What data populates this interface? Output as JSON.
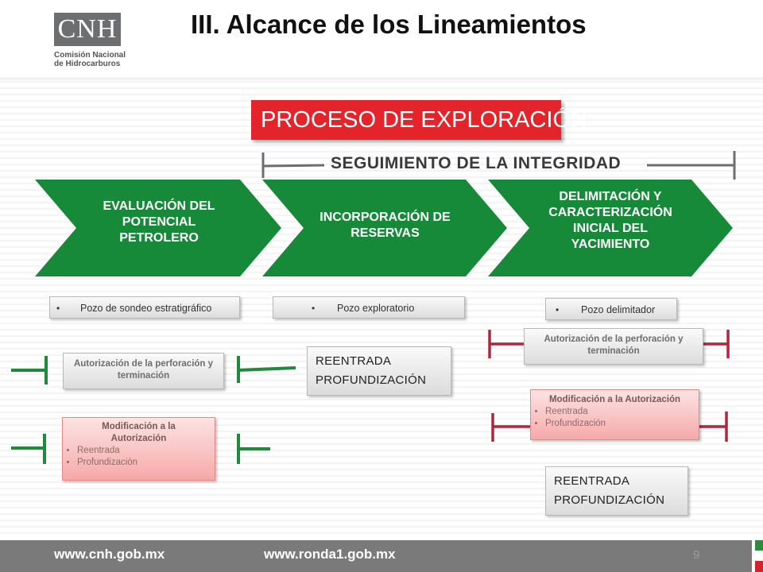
{
  "header": {
    "logo_text": "CNH",
    "logo_sub_1": "Comisión Nacional",
    "logo_sub_2": "de Hidrocarburos",
    "title": "III. Alcance de los Lineamientos"
  },
  "process_label": "PROCESO DE EXPLORACIÓN",
  "tracking_label": "SEGUIMIENTO DE LA INTEGRIDAD",
  "stages": [
    {
      "label": "EVALUACIÓN DEL POTENCIAL PETROLERO",
      "color": "#178a3a"
    },
    {
      "label": "INCORPORACIÓN DE RESERVAS",
      "color": "#178a3a"
    },
    {
      "label": "DELIMITACIÓN Y CARACTERIZACIÓN INICIAL DEL YACIMIENTO",
      "color": "#178a3a"
    }
  ],
  "wells": {
    "sondeo": "Pozo de sondeo estratigráfico",
    "exploratorio": "Pozo exploratorio",
    "delimitador": "Pozo delimitador"
  },
  "authorization": "Autorización de la perforación y terminación",
  "modification": {
    "title_left": "Modificación a la Autorización",
    "title_right": "Modificación a la Autorización",
    "items": [
      "Reentrada",
      "Profundización"
    ]
  },
  "reentrada_box": {
    "line1": "REENTRADA",
    "line2": "PROFUNDIZACIÓN"
  },
  "bracket_colors": {
    "green": "#1f8a3a",
    "red": "#b0263a",
    "grey": "#6d6e70"
  },
  "footer": {
    "url1": "www.cnh.gob.mx",
    "url2": "www.ronda1.gob.mx",
    "page": "9"
  }
}
